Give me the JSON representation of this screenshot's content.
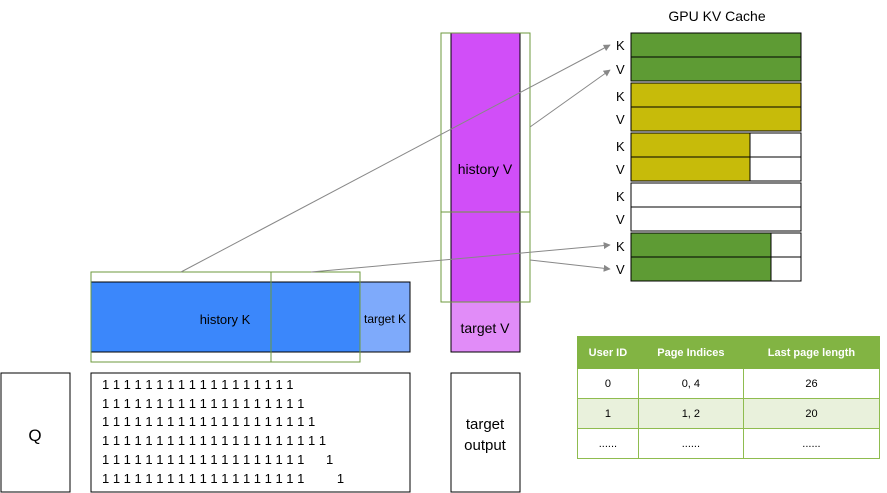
{
  "title": "GPU KV Cache",
  "labels": {
    "history_k": "history K",
    "target_k": "target K",
    "history_v": "history V",
    "target_v": "target V",
    "q": "Q",
    "target_output_1": "target",
    "target_output_2": "output",
    "k": "K",
    "v": "V"
  },
  "mask_rows": [
    "1 1 1 1 1 1 1 1 1 1 1 1 1 1 1 1 1 1",
    "1 1 1 1 1 1 1 1 1 1 1 1 1 1 1 1 1 1 1",
    "1 1 1 1 1 1 1 1 1 1 1 1 1 1 1 1 1 1 1 1",
    "1 1 1 1 1 1 1 1 1 1 1 1 1 1 1 1 1 1 1 1 1",
    "1 1 1 1 1 1 1 1 1 1 1 1 1 1 1 1 1 1 1      1",
    "1 1 1 1 1 1 1 1 1 1 1 1 1 1 1 1 1 1 1         1"
  ],
  "table": {
    "headers": [
      "User ID",
      "Page Indices",
      "Last page length"
    ],
    "rows": [
      [
        "0",
        "0, 4",
        "26"
      ],
      [
        "1",
        "1, 2",
        "20"
      ],
      [
        "......",
        "......",
        "......"
      ]
    ]
  },
  "colors": {
    "history_k": "#3b87fb",
    "target_k": "#7eaafb",
    "history_v": "#d14ef8",
    "target_v": "#e18cf8",
    "page_green": "#5e9b34",
    "page_olive": "#c7bb0a",
    "outline_green": "#6e9a3c",
    "table_header": "#82b443",
    "table_alt": "#e9f1dc",
    "arrow": "#888888"
  }
}
